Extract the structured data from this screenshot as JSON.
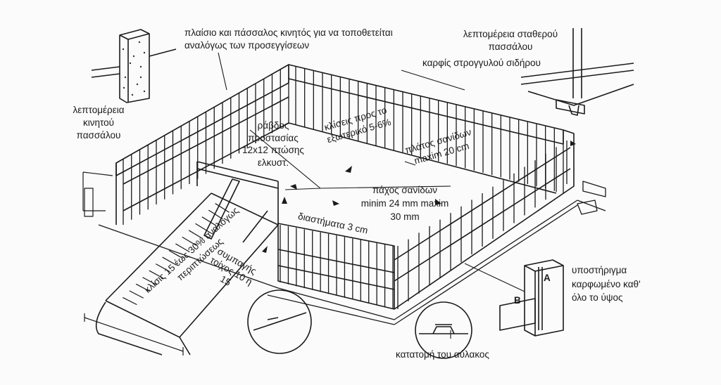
{
  "labels": {
    "movable_frame": "πλαίσιο και πάσσαλος κινητός για να τοποθετείται αναλόγως των προσεγγίσεων",
    "fixed_post_detail": "λεπτομέρεια σταθερού πασσάλου",
    "round_iron_nail": "καρφίς στρογγυλού σιδήρου",
    "movable_post_detail": "λεπτομέρεια κινητού πασσάλου",
    "guard_rod": "ράβδος προστασίας 12x12 πτώσης ελκυστ.",
    "outward_slope": "κλίσεις προς το εξωτερικό 5-6%",
    "board_width": "πλάτος σανίδων maxim 20 cm",
    "board_thickness": "πάχος σανίδων minim 24 mm maxim 30 mm",
    "gaps": "διαστήματα 3 cm",
    "ramp_slope": "κλίσις 15 έως 30% αναλόγως περιπτώσεως",
    "compacted_wall": "συμπαγής τοίχος 10 ή 15",
    "support": "υποστήριγμα καρφωμένο καθ' όλο το ύψος",
    "trench_section": "κατατομή του αύλακος",
    "point_a": "A",
    "point_b": "B"
  },
  "icons": [
    "fence-panel-drawing",
    "ramp-drawing",
    "fixed-post-detail-drawing",
    "movable-post-detail-drawing",
    "support-block-drawing",
    "trench-section-drawing",
    "wall-detail-drawing"
  ]
}
